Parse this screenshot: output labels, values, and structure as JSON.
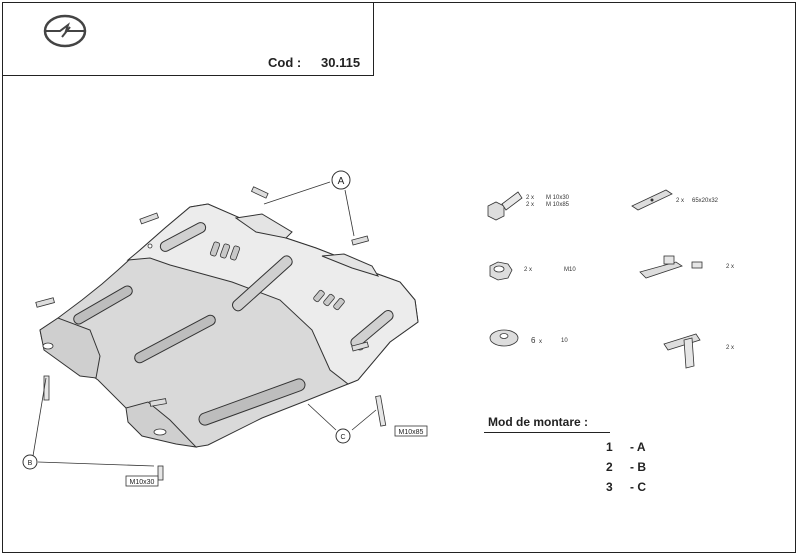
{
  "header": {
    "brand_logo": "opel-logo",
    "code_label": "Cod :",
    "code_value": "30.115"
  },
  "callouts": {
    "a": "A",
    "b": "B",
    "c": "C",
    "bolt_right": "M10x85",
    "bolt_bottom": "M10x30"
  },
  "parts": {
    "bolt": {
      "qty_1": "2 x",
      "spec_1": "M 10x30",
      "qty_2": "2 x",
      "spec_2": "M 10x85"
    },
    "nut": {
      "qty": "2 x",
      "spec": "M10"
    },
    "washer": {
      "qty": "6",
      "x": "x",
      "spec": "10"
    },
    "strip": {
      "qty": "2 x",
      "spec": "65x20x32"
    },
    "clip": {
      "qty": "2 x"
    },
    "t_bracket": {
      "qty": "2 x"
    }
  },
  "mounting": {
    "title": "Mod de montare :",
    "steps": [
      {
        "num": "1",
        "letter": "- A"
      },
      {
        "num": "2",
        "letter": "- B"
      },
      {
        "num": "3",
        "letter": "- C"
      }
    ]
  }
}
